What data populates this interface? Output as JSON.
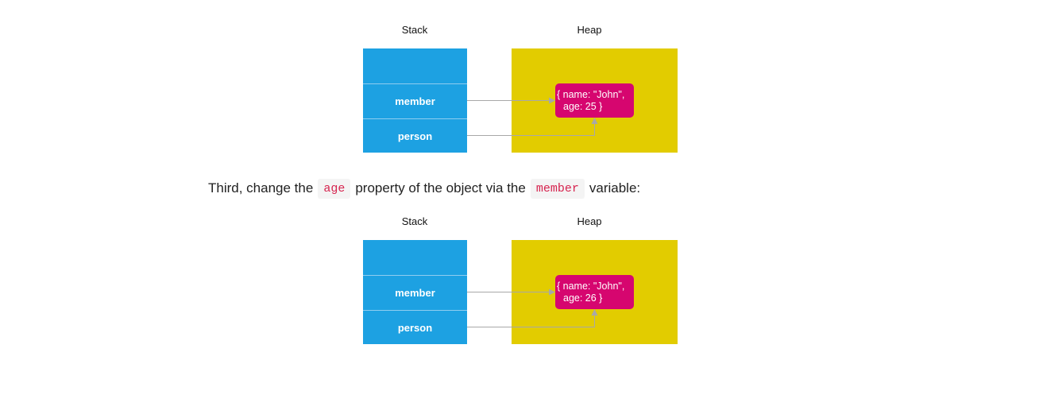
{
  "diagrams": [
    {
      "stack_title": "Stack",
      "heap_title": "Heap",
      "stack_cells": [
        "",
        "member",
        "person"
      ],
      "object": {
        "line1": "{ name: \"John\",",
        "line2": "age: 25 }"
      }
    },
    {
      "stack_title": "Stack",
      "heap_title": "Heap",
      "stack_cells": [
        "",
        "member",
        "person"
      ],
      "object": {
        "line1": "{ name: \"John\",",
        "line2": "age: 26 }"
      }
    }
  ],
  "paragraph": {
    "text1": "Third, change the",
    "code1": "age",
    "text2": "property of the object via the",
    "code2": "member",
    "text3": "variable:"
  },
  "colors": {
    "stack": "#1da1e2",
    "heap": "#e2cc00",
    "object": "#d6066f",
    "arrow": "#a8a8a8",
    "code": "#d6244f"
  }
}
